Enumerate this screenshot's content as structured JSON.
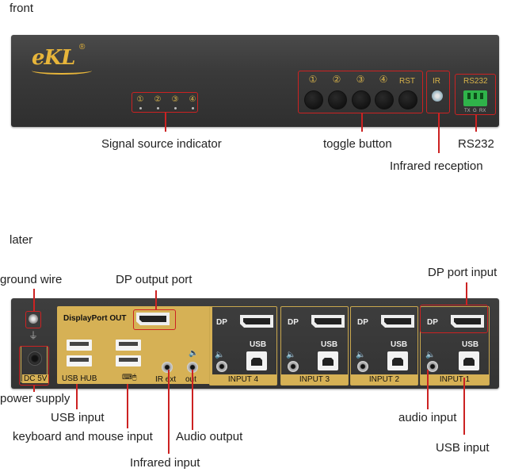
{
  "front": {
    "section_title": "front",
    "logo": "eKL",
    "logo_reg": "®",
    "indicator_numbers": [
      "①",
      "②",
      "③",
      "④"
    ],
    "button_numbers": [
      "①",
      "②",
      "③",
      "④"
    ],
    "rst_label": "RST",
    "ir_label": "IR",
    "rs232_label": "RS232",
    "rs232_pins": [
      "TX",
      "G",
      "RX"
    ],
    "callouts": {
      "signal": "Signal source indicator",
      "toggle": "toggle button",
      "rs232": "RS232",
      "infrared": "Infrared reception"
    }
  },
  "rear": {
    "section_title": "later",
    "dp_out_label": "DisplayPort OUT",
    "usb_hub_label": "USB HUB",
    "kbm_icon": "⌨🖱",
    "ir_ext_label": "IR ext",
    "out_label": "out",
    "dc_label": "DC 5V",
    "speaker_icon": "🔈",
    "inputs": [
      {
        "dp": "DP",
        "usb": "USB",
        "label": "INPUT 4"
      },
      {
        "dp": "DP",
        "usb": "USB",
        "label": "INPUT 3"
      },
      {
        "dp": "DP",
        "usb": "USB",
        "label": "INPUT 2"
      },
      {
        "dp": "DP",
        "usb": "USB",
        "label": "INPUT 1"
      }
    ],
    "callouts": {
      "ground": "ground wire",
      "dp_output": "DP output port",
      "dp_input": "DP port input",
      "power": "power supply",
      "usb_input_left": "USB input",
      "kbm": "keyboard and mouse input",
      "audio_out": "Audio output",
      "infrared_input": "Infrared input",
      "audio_in": "audio input",
      "usb_input_right": "USB input"
    }
  },
  "colors": {
    "callout_line": "#cc2222",
    "gold": "#d6b155",
    "panel": "#333333",
    "terminal_green": "#2fb34a"
  }
}
